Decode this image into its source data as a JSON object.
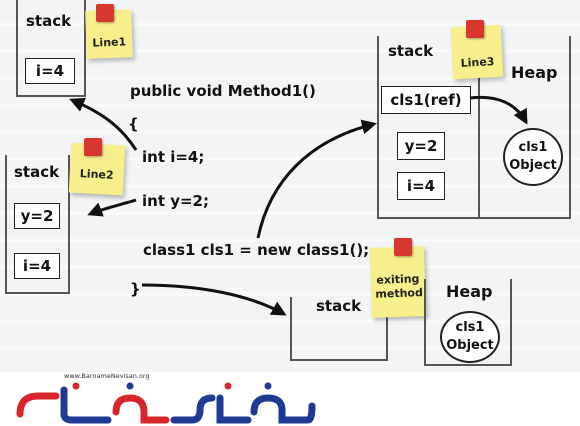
{
  "code": {
    "signature": "public void Method1()",
    "open_brace": "{",
    "line1": "int i=4;",
    "line2": "int y=2;",
    "line3": "class1 cls1 = new class1();",
    "close_brace": "}"
  },
  "notes": {
    "line1": "Line1",
    "line2": "Line2",
    "line3": "Line3",
    "exiting": "exiting method"
  },
  "stack1": {
    "title": "stack",
    "slots": [
      "i=4"
    ]
  },
  "stack2": {
    "title": "stack",
    "slots": [
      "y=2",
      "i=4"
    ]
  },
  "stack3": {
    "title": "stack",
    "slots": [
      "cls1(ref)",
      "y=2",
      "i=4"
    ],
    "heap_title": "Heap",
    "object_line1": "cls1",
    "object_line2": "Object"
  },
  "stack4": {
    "title": "stack",
    "heap_title": "Heap",
    "object_line1": "cls1",
    "object_line2": "Object"
  },
  "logo": {
    "url": "www.BarnameNevisan.org"
  },
  "colors": {
    "note": "#f7ef8c",
    "pin": "#d7372e",
    "logo_blue": "#1f3a93",
    "logo_red": "#d7262c"
  }
}
